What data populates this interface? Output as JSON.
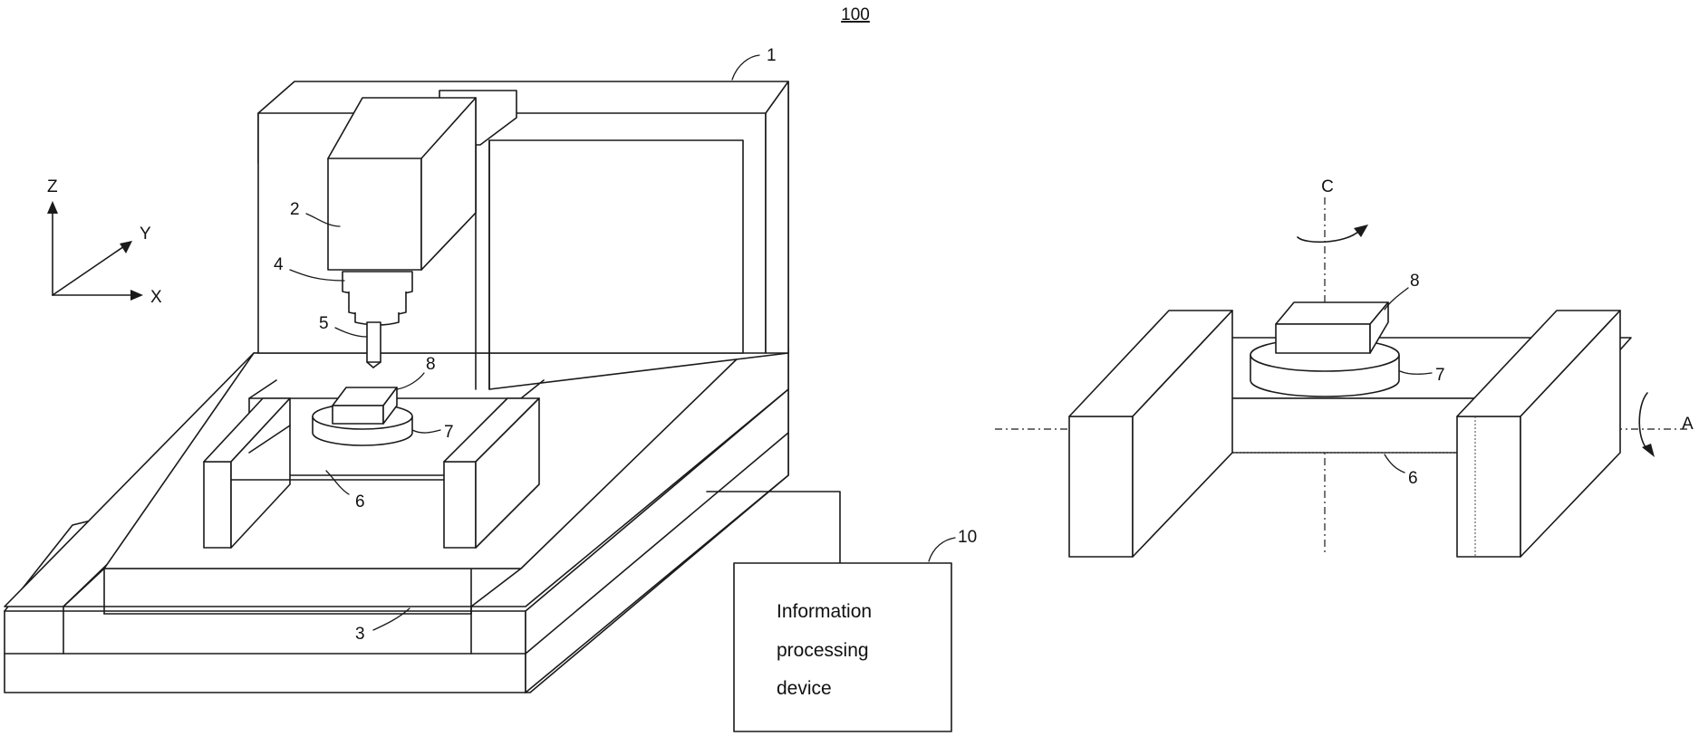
{
  "figure": {
    "number": "100"
  },
  "axes": {
    "z": "Z",
    "y": "Y",
    "x": "X"
  },
  "left_view": {
    "labels": {
      "frame": "1",
      "spindle_head": "2",
      "base": "3",
      "spindle": "4",
      "tool": "5",
      "trunnion": "6",
      "rotary_table": "7",
      "workpiece": "8"
    }
  },
  "info_device": {
    "label": "10",
    "text_lines": [
      "Information",
      "processing",
      "device"
    ]
  },
  "right_view": {
    "axis_c": "C",
    "axis_a": "A",
    "labels": {
      "workpiece": "8",
      "rotary_table": "7",
      "trunnion": "6"
    }
  }
}
